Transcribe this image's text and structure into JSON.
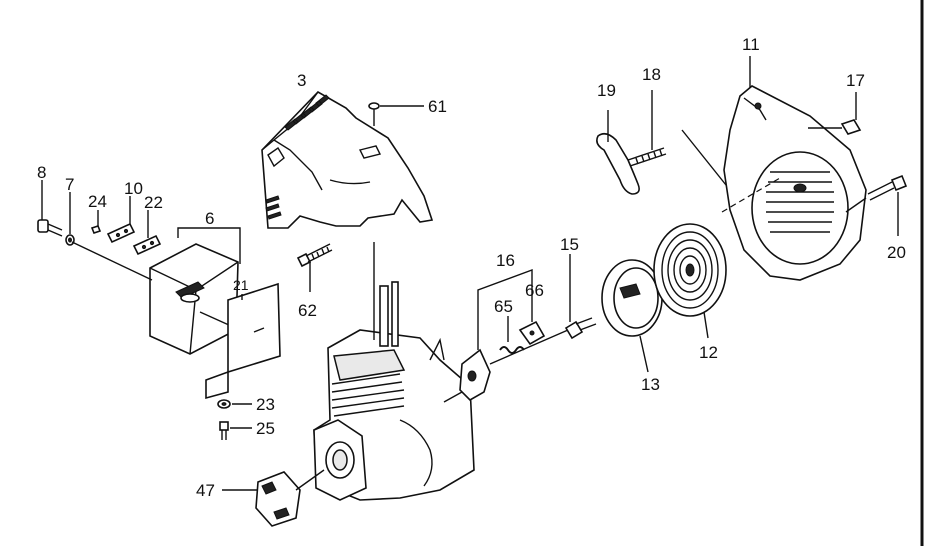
{
  "diagram": {
    "colors": {
      "ink": "#111111",
      "paper": "#ffffff"
    },
    "labels": {
      "p3": "3",
      "p61": "61",
      "p62": "62",
      "p8": "8",
      "p7": "7",
      "p24": "24",
      "p10": "10",
      "p22": "22",
      "p6": "6",
      "p21": "21",
      "p23": "23",
      "p25": "25",
      "p47": "47",
      "p16": "16",
      "p65": "65",
      "p66": "66",
      "p15": "15",
      "p19": "19",
      "p18": "18",
      "p11": "11",
      "p17": "17",
      "p20": "20",
      "p12": "12",
      "p13": "13"
    }
  }
}
